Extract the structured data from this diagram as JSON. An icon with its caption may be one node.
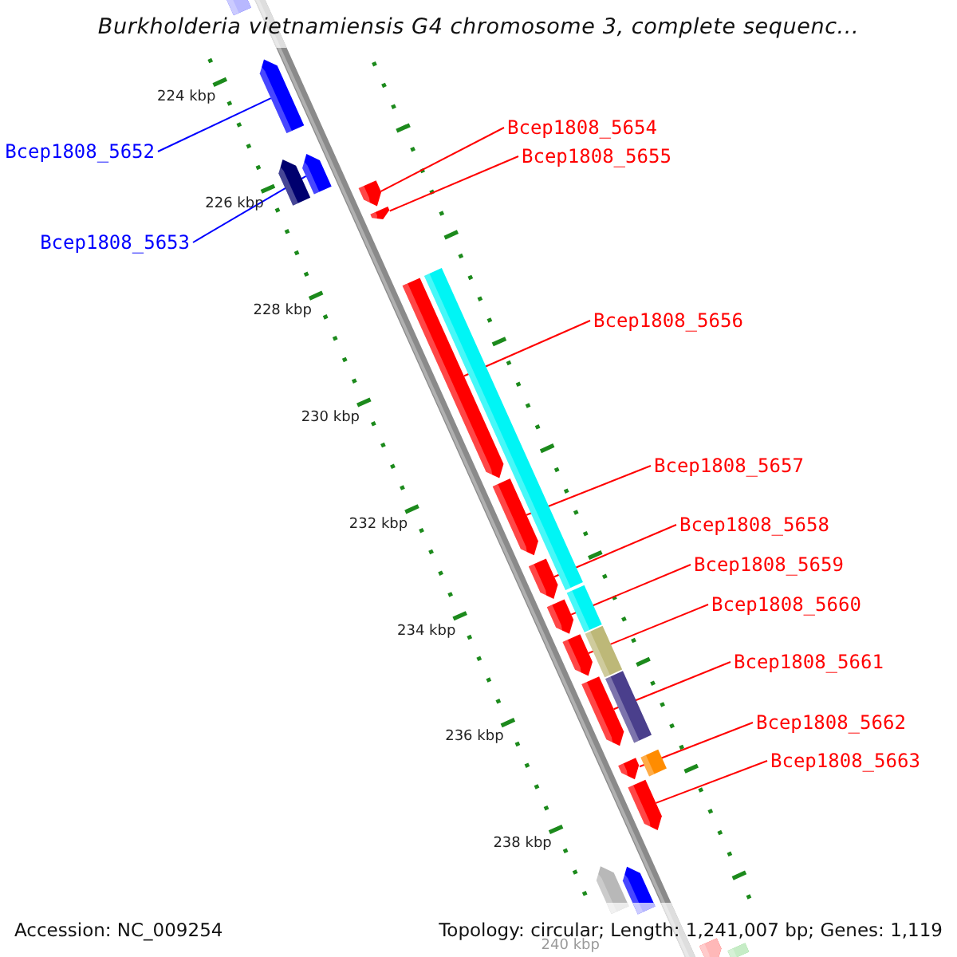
{
  "diagram": {
    "title": "Burkholderia vietnamiensis G4 chromosome 3, complete sequenc...",
    "nodes": [
      {
        "text": [
          "Bcep1808_5652"
        ]
      },
      {
        "text": [
          "Bcep1808_5653"
        ]
      },
      {
        "text": [
          "Bcep1808_5654"
        ]
      },
      {
        "text": [
          "Bcep1808_5655"
        ]
      },
      {
        "text": [
          "Bcep1808_5656"
        ]
      },
      {
        "text": [
          "Bcep1808_5657"
        ]
      },
      {
        "text": [
          "Bcep1808_5658"
        ]
      },
      {
        "text": [
          "Bcep1808_5659"
        ]
      },
      {
        "text": [
          "Bcep1808_5660"
        ]
      },
      {
        "text": [
          "Bcep1808_5661"
        ]
      },
      {
        "text": [
          "Bcep1808_5662"
        ]
      },
      {
        "text": [
          "Bcep1808_5663"
        ]
      },
      {
        "text": [],
        "shape": "bar"
      },
      {
        "text": [],
        "shape": "bar"
      },
      {
        "text": [],
        "shape": "bar"
      },
      {
        "text": [],
        "shape": "bar"
      },
      {
        "text": [],
        "shape": "bar"
      },
      {
        "text": [],
        "shape": "bar"
      },
      {
        "text": [],
        "shape": "bar"
      },
      {
        "text": [],
        "shape": "bar"
      },
      {
        "text": [],
        "shape": "bar"
      },
      {
        "text": [],
        "shape": "bar"
      },
      {
        "text": [],
        "shape": "bar"
      },
      {
        "text": [],
        "shape": "bar"
      },
      {
        "text": [],
        "shape": "bar"
      },
      {
        "text": [],
        "shape": "bar"
      },
      {
        "text": [],
        "shape": "bar"
      },
      {
        "text": [],
        "shape": "bar"
      },
      {
        "text": [],
        "shape": "bar"
      },
      {
        "text": [],
        "shape": "bar"
      },
      {
        "text": [],
        "shape": "bar"
      },
      {
        "text": [],
        "shape": "bar"
      },
      {
        "text": [],
        "shape": "bar"
      },
      {
        "text": [],
        "shape": "bar"
      },
      {
        "text": [],
        "shape": "bar"
      }
    ],
    "edges": [
      {
        "from": 0,
        "to": 13,
        "arrow": "none",
        "color": "#0000ff"
      },
      {
        "from": 1,
        "to": 15,
        "arrow": "none",
        "color": "#0000ff"
      },
      {
        "from": 2,
        "to": 16,
        "arrow": "none"
      },
      {
        "from": 3,
        "to": 17,
        "arrow": "none"
      },
      {
        "from": 4,
        "to": 18,
        "arrow": "none"
      },
      {
        "from": 5,
        "to": 20,
        "arrow": "none"
      },
      {
        "from": 6,
        "to": 21,
        "arrow": "none"
      },
      {
        "from": 7,
        "to": 23,
        "arrow": "none"
      },
      {
        "from": 8,
        "to": 24,
        "arrow": "none"
      },
      {
        "from": 9,
        "to": 26,
        "arrow": "none"
      },
      {
        "from": 10,
        "to": 28,
        "arrow": "none"
      },
      {
        "from": 11,
        "to": 30,
        "arrow": "none"
      }
    ],
    "labels": [
      "224 kbp",
      "226 kbp",
      "228 kbp",
      "230 kbp",
      "232 kbp",
      "234 kbp",
      "236 kbp",
      "238 kbp",
      "Accession: NC_009254",
      "Topology: circular; Length: 1,241,007 bp; Genes: 1,119",
      "240 kbp"
    ]
  }
}
